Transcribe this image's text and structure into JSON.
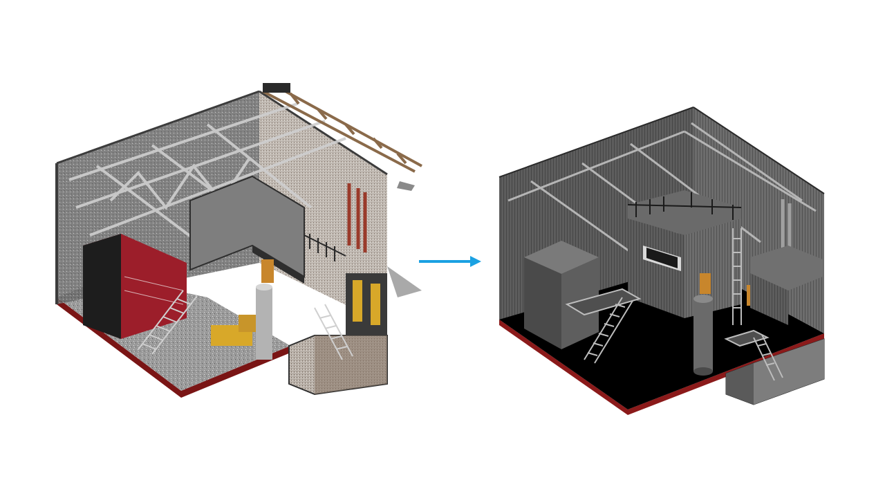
{
  "diagram": {
    "left_panel": {
      "subject": "point-cloud-scan-model",
      "colors": {
        "floor_edge": "#8b1a1a",
        "frame": "#b8b8b8",
        "pipe": "#8a6a4a",
        "equipment_red": "#9c1e2a",
        "equipment_yellow": "#d8a829"
      }
    },
    "arrow": {
      "direction": "right",
      "color": "#1ba1e2"
    },
    "right_panel": {
      "subject": "solid-bim-model",
      "colors": {
        "wall": "#5c5c5c",
        "wall_light": "#6e6e6e",
        "floor": "#000000",
        "floor_edge": "#8b1a1a",
        "door": "#c8862c"
      }
    }
  }
}
